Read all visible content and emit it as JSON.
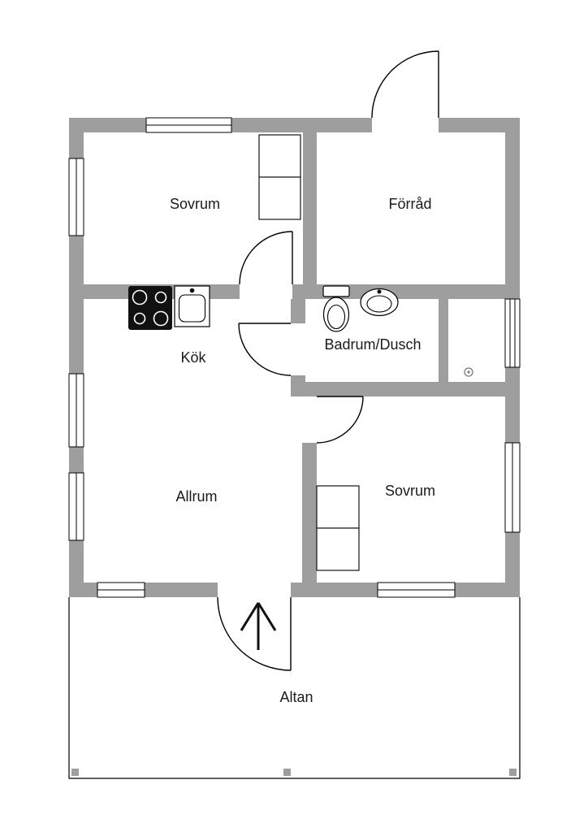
{
  "colors": {
    "wall": "#9e9e9e",
    "line": "#000000",
    "text": "#1a1a1a",
    "bg": "#ffffff",
    "fixture_dark": "#111111",
    "drain": "#7a7a7a"
  },
  "rooms": {
    "bedroom_top": {
      "label": "Sovrum"
    },
    "storage": {
      "label": "Förråd"
    },
    "kitchen": {
      "label": "Kök"
    },
    "bathroom": {
      "label": "Badrum/Dusch"
    },
    "living": {
      "label": "Allrum"
    },
    "bedroom_bottom": {
      "label": "Sovrum"
    },
    "terrace": {
      "label": "Altan"
    }
  },
  "fixtures": [
    "stove-icon",
    "kitchen-sink-icon",
    "toilet-icon",
    "washbasin-icon",
    "floor-drain-icon",
    "wardrobe",
    "entrance-arrow-icon"
  ]
}
